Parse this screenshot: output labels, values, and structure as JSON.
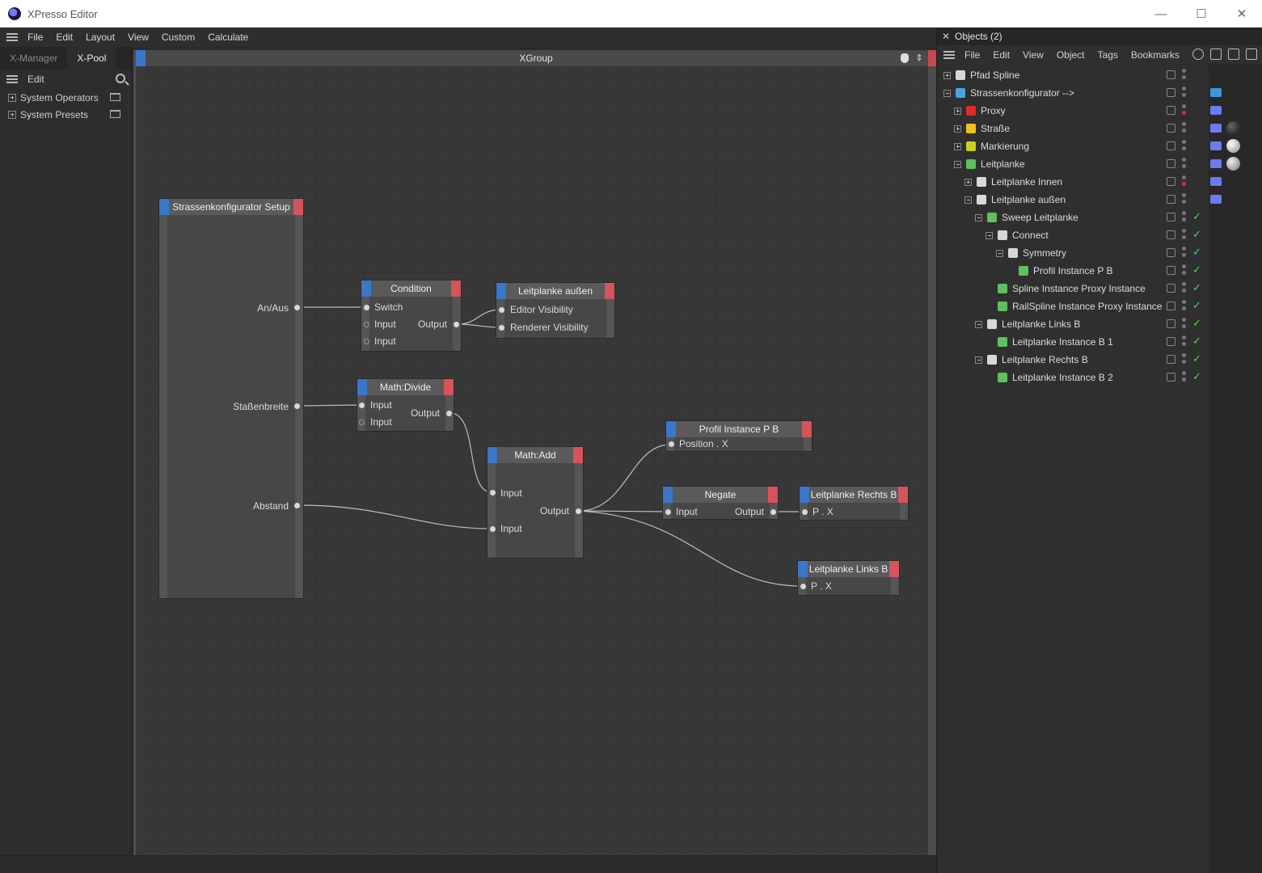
{
  "window": {
    "title": "XPresso Editor",
    "minimize": "—",
    "maximize": "☐",
    "close": "✕"
  },
  "menubar": {
    "items": [
      "File",
      "Edit",
      "Layout",
      "View",
      "Custom",
      "Calculate"
    ]
  },
  "left_panel": {
    "tabs": [
      "X-Manager",
      "X-Pool"
    ],
    "toolbar_label": "Edit",
    "tree": [
      "System Operators",
      "System Presets"
    ]
  },
  "editor": {
    "group_title": "XGroup",
    "nodes": {
      "setup": {
        "title": "Strassenkonfigurator Setup",
        "ports": [
          "An/Aus",
          "Staßenbreite",
          "Abstand"
        ]
      },
      "condition": {
        "title": "Condition",
        "inputs": [
          "Switch",
          "Input",
          "Input"
        ],
        "output": "Output"
      },
      "leitplanke_aussen": {
        "title": "Leitplanke außen",
        "inputs": [
          "Editor Visibility",
          "Renderer Visibility"
        ]
      },
      "math_divide": {
        "title": "Math:Divide",
        "inputs": [
          "Input",
          "Input"
        ],
        "output": "Output"
      },
      "math_add": {
        "title": "Math:Add",
        "inputs": [
          "Input",
          "Input"
        ],
        "output": "Output"
      },
      "profil_instance": {
        "title": "Profil Instance P B",
        "inputs": [
          "Position . X"
        ]
      },
      "negate": {
        "title": "Negate",
        "input": "Input",
        "output": "Output"
      },
      "leitplanke_rechts": {
        "title": "Leitplanke Rechts B",
        "inputs": [
          "P . X"
        ]
      },
      "leitplanke_links": {
        "title": "Leitplanke Links B",
        "inputs": [
          "P . X"
        ]
      }
    }
  },
  "objects_panel": {
    "title": "Objects (2)",
    "close": "✕",
    "menu": [
      "File",
      "Edit",
      "View",
      "Object",
      "Tags",
      "Bookmarks"
    ],
    "rows": [
      {
        "label": "Pfad Spline",
        "icon_color": "#d8d8d8"
      },
      {
        "label": "Strassenkonfigurator -->",
        "icon_color": "#4aa3e0"
      },
      {
        "label": "Proxy",
        "icon_color": "#e02a2a"
      },
      {
        "label": "Straße",
        "icon_color": "#f0c020"
      },
      {
        "label": "Markierung",
        "icon_color": "#c8d020"
      },
      {
        "label": "Leitplanke",
        "icon_color": "#5fc05f"
      },
      {
        "label": "Leitplanke Innen",
        "icon_color": "#d8d8d8"
      },
      {
        "label": "Leitplanke außen",
        "icon_color": "#d8d8d8"
      },
      {
        "label": "Sweep Leitplanke",
        "icon_color": "#5fc05f"
      },
      {
        "label": "Connect",
        "icon_color": "#d8d8d8"
      },
      {
        "label": "Symmetry",
        "icon_color": "#d8d8d8"
      },
      {
        "label": "Profil Instance P B",
        "icon_color": "#5fc05f"
      },
      {
        "label": "Spline Instance Proxy Instance",
        "icon_color": "#5fc05f"
      },
      {
        "label": "RailSpline Instance Proxy Instance",
        "icon_color": "#5fc05f"
      },
      {
        "label": "Leitplanke Links B",
        "icon_color": "#d8d8d8"
      },
      {
        "label": "Leitplanke Instance B 1",
        "icon_color": "#5fc05f"
      },
      {
        "label": "Leitplanke Rechts B",
        "icon_color": "#d8d8d8"
      },
      {
        "label": "Leitplanke Instance B 2",
        "icon_color": "#5fc05f"
      }
    ],
    "check": "✓"
  },
  "colors": {
    "node_input_tab": "#3a77c9",
    "node_output_tab": "#d5545c",
    "check": "#5fd05f"
  }
}
